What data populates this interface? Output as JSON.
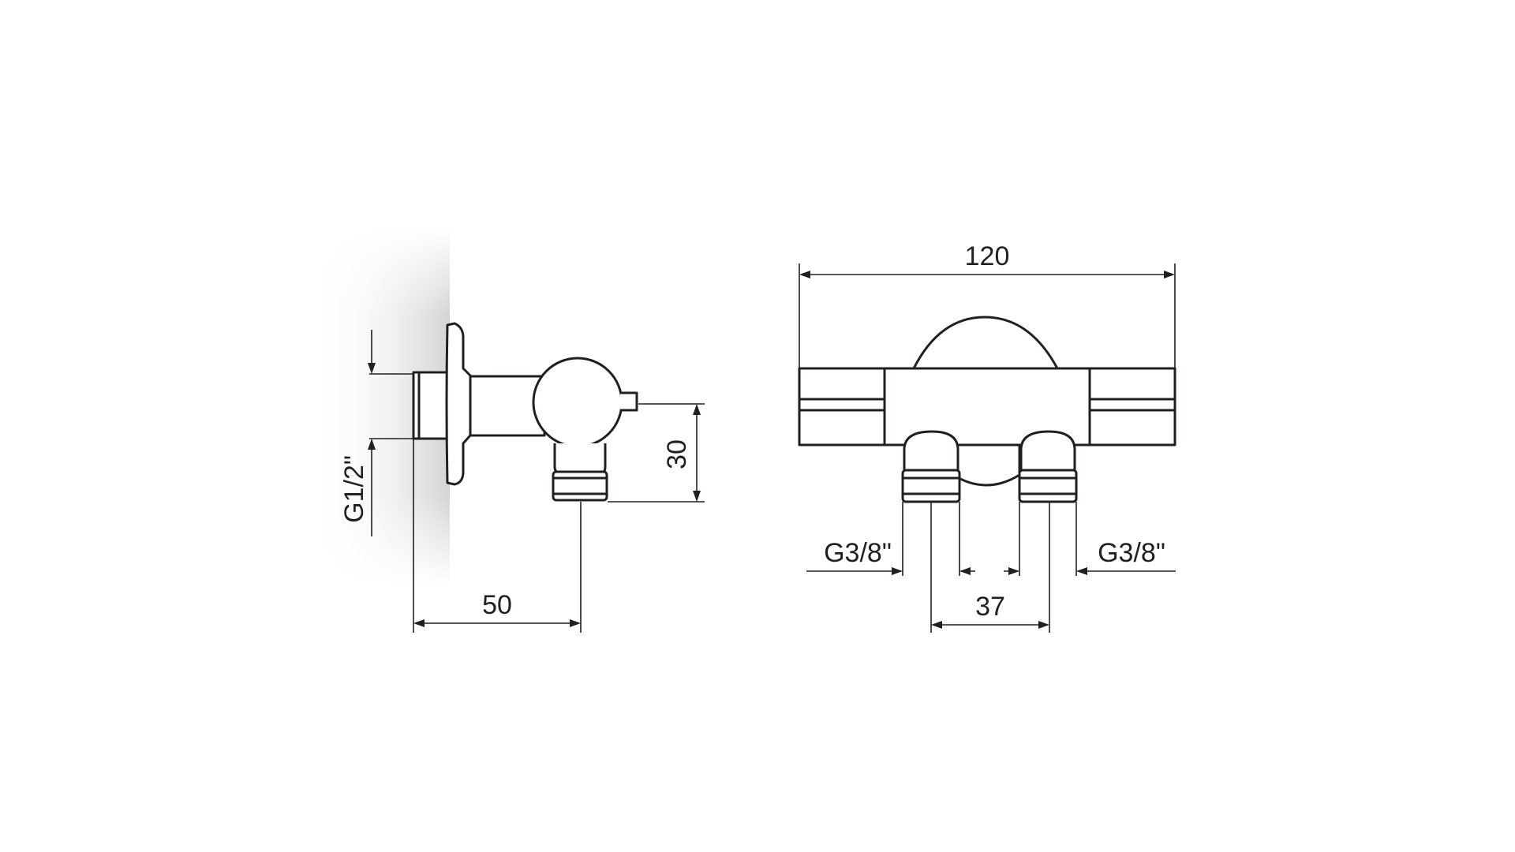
{
  "labels": {
    "side_thread": "G1/2\"",
    "side_height": "30",
    "side_depth": "50",
    "front_width": "120",
    "front_thread_left": "G3/8\"",
    "front_thread_right": "G3/8\"",
    "front_spacing": "37"
  },
  "colors": {
    "line": "#231f20",
    "wall_shade": "#d9d9d9",
    "background": "#ffffff"
  }
}
